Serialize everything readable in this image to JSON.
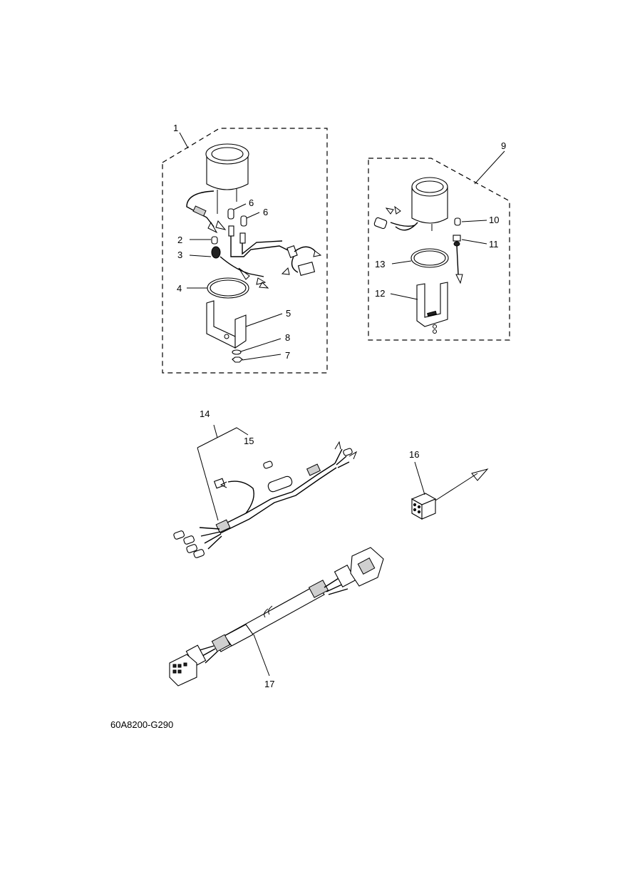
{
  "callouts": [
    {
      "id": "1",
      "text": "1"
    },
    {
      "id": "2",
      "text": "2"
    },
    {
      "id": "3",
      "text": "3"
    },
    {
      "id": "4",
      "text": "4"
    },
    {
      "id": "5",
      "text": "5"
    },
    {
      "id": "6a",
      "text": "6"
    },
    {
      "id": "6b",
      "text": "6"
    },
    {
      "id": "7",
      "text": "7"
    },
    {
      "id": "8",
      "text": "8"
    },
    {
      "id": "9",
      "text": "9"
    },
    {
      "id": "10",
      "text": "10"
    },
    {
      "id": "11",
      "text": "11"
    },
    {
      "id": "12",
      "text": "12"
    },
    {
      "id": "13",
      "text": "13"
    },
    {
      "id": "14",
      "text": "14"
    },
    {
      "id": "15",
      "text": "15"
    },
    {
      "id": "16",
      "text": "16"
    },
    {
      "id": "17",
      "text": "17"
    }
  ],
  "drawing_code": "60A8200-G290"
}
